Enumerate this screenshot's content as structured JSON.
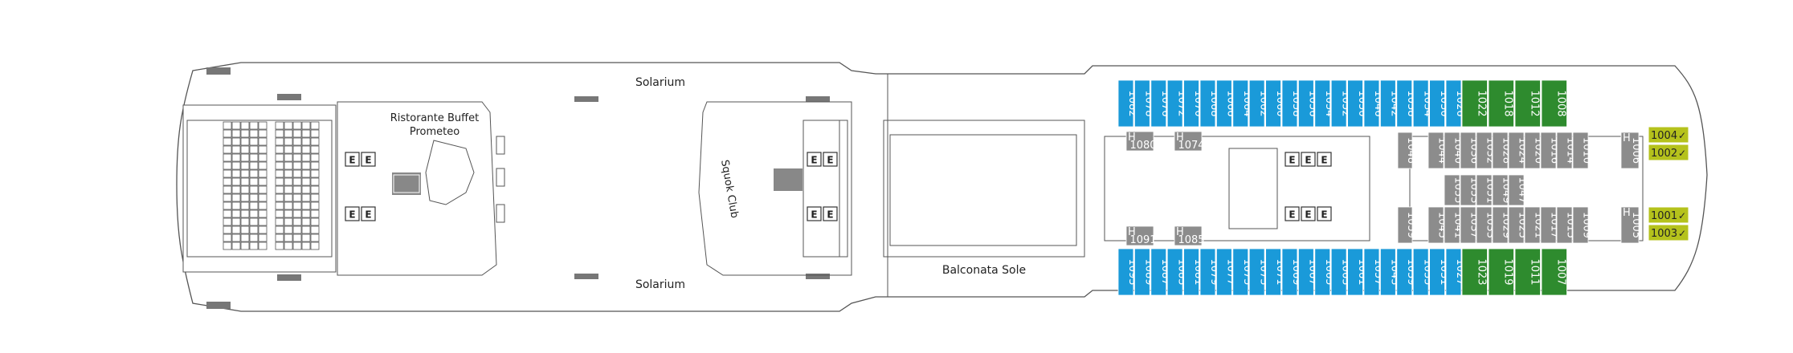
{
  "labels": {
    "solarium_top": "Solarium",
    "solarium_bottom": "Solarium",
    "buffet_line1": "Ristorante Buffet",
    "buffet_line2": "Prometeo",
    "squok": "Squok Club",
    "balconata": "Balconata Sole",
    "elevator_letter": "E",
    "handicap_letter": "H"
  },
  "colors": {
    "balcony": "#1a9ad9",
    "suite": "#2e8b2e",
    "grand_suite": "#b5c21c",
    "inside": "#8c8c8c",
    "outline": "#555555"
  },
  "cabins": {
    "balcony_top": [
      "1082",
      "1078",
      "1076",
      "1072",
      "1070",
      "1068",
      "1066",
      "1064",
      "1062",
      "1060",
      "1058",
      "1056",
      "1054",
      "1052",
      "1050",
      "1046",
      "1042",
      "1038",
      "1034",
      "1030",
      "1026"
    ],
    "suite_top": [
      "1022",
      "1018",
      "1012",
      "1008"
    ],
    "balcony_bottom": [
      "1093",
      "1089",
      "1087",
      "1083",
      "1081",
      "1079",
      "1077",
      "1075",
      "1073",
      "1071",
      "1069",
      "1067",
      "1065",
      "1063",
      "1061",
      "1057",
      "1043",
      "1039",
      "1035",
      "1031",
      "1027"
    ],
    "suite_bottom": [
      "1023",
      "1019",
      "1011",
      "1007"
    ],
    "grand_suites": [
      {
        "num": "1004",
        "check": "✓"
      },
      {
        "num": "1002",
        "check": "✓"
      },
      {
        "num": "1001",
        "check": "✓"
      },
      {
        "num": "1003",
        "check": "✓"
      }
    ],
    "inside_top_left": [
      {
        "num": "1080",
        "h": "H"
      },
      {
        "num": "1074",
        "h": "H"
      }
    ],
    "inside_bottom_left": [
      {
        "num": "1091",
        "h": "H"
      },
      {
        "num": "1085",
        "h": "H"
      }
    ],
    "inside_single": [
      "1048",
      "1059"
    ],
    "inside_row1": [
      "1044",
      "1040",
      "1036",
      "1032",
      "1028",
      "1024",
      "1020",
      "1016",
      "1014",
      "1010"
    ],
    "inside_row1_h": {
      "num": "1006",
      "h": "H"
    },
    "inside_row2": [
      "1055",
      "1053",
      "1051",
      "1049",
      "1047"
    ],
    "inside_row3": [
      "1045",
      "1041",
      "1037",
      "1033",
      "1029",
      "1025",
      "1021",
      "1017",
      "1015",
      "1009"
    ],
    "inside_row3_h": {
      "num": "1005",
      "h": "H"
    }
  }
}
